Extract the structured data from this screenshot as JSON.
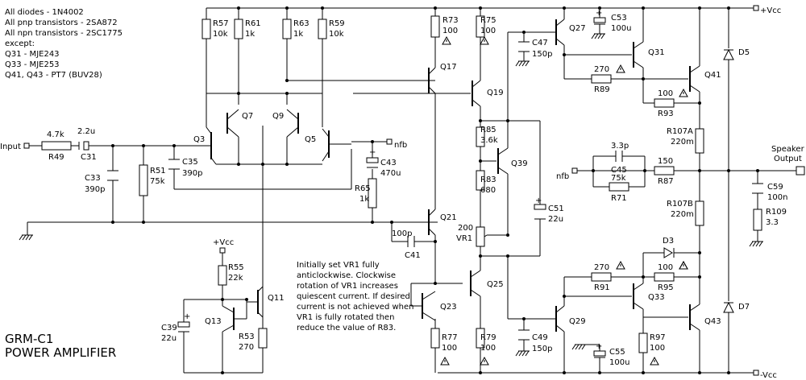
{
  "title": {
    "line1": "GRM-C1",
    "line2": "POWER AMPLIFIER"
  },
  "notes_top": [
    "All diodes - 1N4002",
    "All pnp transistors - 2SA872",
    "All npn transistors - 2SC1775",
    "except:",
    "Q31 - MJE243",
    "Q33 - MJE253",
    "Q41, Q43 - PT7 (BUV28)"
  ],
  "note_vr1": [
    "Initially set VR1 fully",
    "anticlockwise. Clockwise",
    "rotation of VR1 increases",
    "quiescent current. If desired",
    "current is not achieved when",
    "VR1 is fully rotated then",
    "reduce the value of R83."
  ],
  "rails": {
    "vcc_pos": "+Vcc",
    "vcc_neg": "-Vcc",
    "vcc_local": "+Vcc"
  },
  "ports": {
    "input": "Input",
    "nfb_q5": "nfb",
    "nfb_c45": "nfb",
    "output": "Speaker\nOutput"
  },
  "resistors": {
    "R49": [
      "4.7k",
      "R49"
    ],
    "R51": [
      "R51",
      "75k"
    ],
    "R57": [
      "R57",
      "10k"
    ],
    "R61": [
      "R61",
      "1k"
    ],
    "R63": [
      "R63",
      "1k"
    ],
    "R59": [
      "R59",
      "10k"
    ],
    "R65": [
      "R65",
      "1k"
    ],
    "R55": [
      "R55",
      "22k"
    ],
    "R53": [
      "R53",
      "270"
    ],
    "R73": [
      "R73",
      "100"
    ],
    "R75": [
      "R75",
      "100"
    ],
    "R85": [
      "R85",
      "3.6k"
    ],
    "R83": [
      "R83",
      "680"
    ],
    "R77": [
      "R77",
      "100"
    ],
    "R79": [
      "R79",
      "100"
    ],
    "R89": [
      "270",
      "R89"
    ],
    "R93": [
      "100",
      "R93"
    ],
    "R107A": [
      "R107A",
      "220m"
    ],
    "R87": [
      "150",
      "R87"
    ],
    "R71": [
      "75k",
      "R71"
    ],
    "R107B": [
      "R107B",
      "220m"
    ],
    "R109": [
      "R109",
      "3.3"
    ],
    "R91": [
      "270",
      "R91"
    ],
    "R95": [
      "100",
      "R95"
    ],
    "R97": [
      "R97",
      "100"
    ]
  },
  "capacitors": {
    "C31": [
      "2.2u",
      "C31"
    ],
    "C33": [
      "C33",
      "390p"
    ],
    "C35": [
      "C35",
      "390p"
    ],
    "C43": [
      "C43",
      "470u"
    ],
    "C39": [
      "C39",
      "22u"
    ],
    "C41": [
      "100p",
      "C41"
    ],
    "C47": [
      "C47",
      "150p"
    ],
    "C51": [
      "C51",
      "22u"
    ],
    "C49": [
      "C49",
      "150p"
    ],
    "C53": [
      "C53",
      "100u"
    ],
    "C55": [
      "C55",
      "100u"
    ],
    "C45": [
      "3.3p",
      "C45"
    ],
    "C59": [
      "C59",
      "100n"
    ]
  },
  "transistors": [
    "Q3",
    "Q7",
    "Q9",
    "Q5",
    "Q11",
    "Q13",
    "Q17",
    "Q19",
    "Q21",
    "Q23",
    "Q25",
    "Q27",
    "Q29",
    "Q31",
    "Q33",
    "Q39",
    "Q41",
    "Q43"
  ],
  "pot": [
    "200",
    "VR1"
  ],
  "diodes": [
    "D3",
    "D5",
    "D7"
  ]
}
